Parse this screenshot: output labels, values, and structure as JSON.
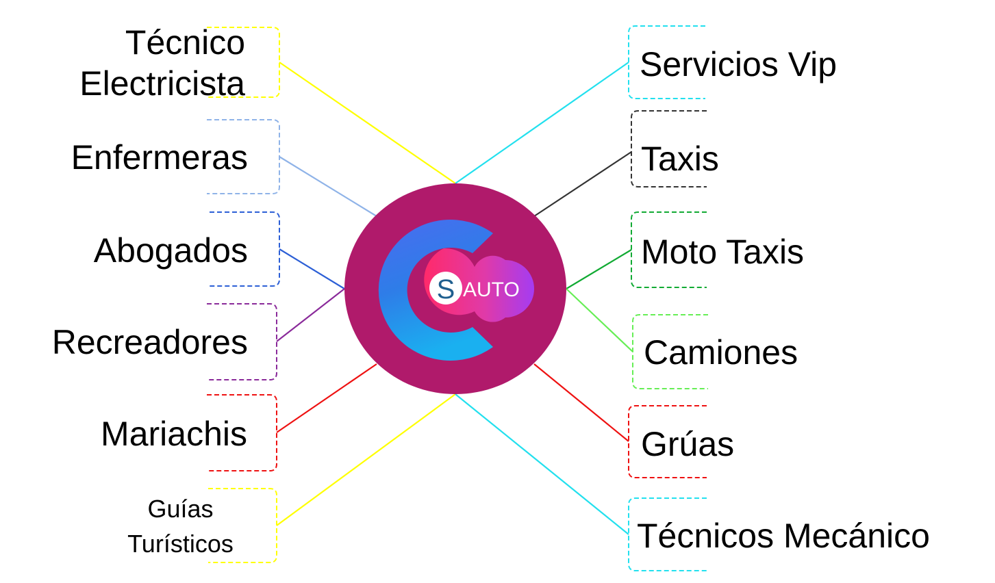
{
  "colors": {
    "hub_ring": "#b01a6b",
    "logo_blue_dark": "#2f4fd8",
    "logo_blue_light": "#1fa6ef",
    "logo_pink": "#ff2d6f",
    "logo_purple": "#a83cf0"
  },
  "hub": {
    "logo_letter": "S",
    "logo_word": "AUTO"
  },
  "left_branches": [
    {
      "label": "Técnico Electricista",
      "color": "#ffff00"
    },
    {
      "label": "Enfermeras",
      "color": "#8fb3e8"
    },
    {
      "label": "Abogados",
      "color": "#2c5fd6"
    },
    {
      "label": "Recreadores",
      "color": "#8a2a9a"
    },
    {
      "label": "Mariachis",
      "color": "#ee1111"
    },
    {
      "label": "Guías Turísticos",
      "color": "#ffff00"
    }
  ],
  "right_branches": [
    {
      "label": "Servicios Vip",
      "color": "#22e0ee"
    },
    {
      "label": "Taxis",
      "color": "#333333"
    },
    {
      "label": "Moto Taxis",
      "color": "#11aa33"
    },
    {
      "label": "Camiones",
      "color": "#66ee55"
    },
    {
      "label": "Grúas",
      "color": "#ee1111"
    },
    {
      "label": "Técnicos Mecánico",
      "color": "#22e0ee"
    }
  ]
}
